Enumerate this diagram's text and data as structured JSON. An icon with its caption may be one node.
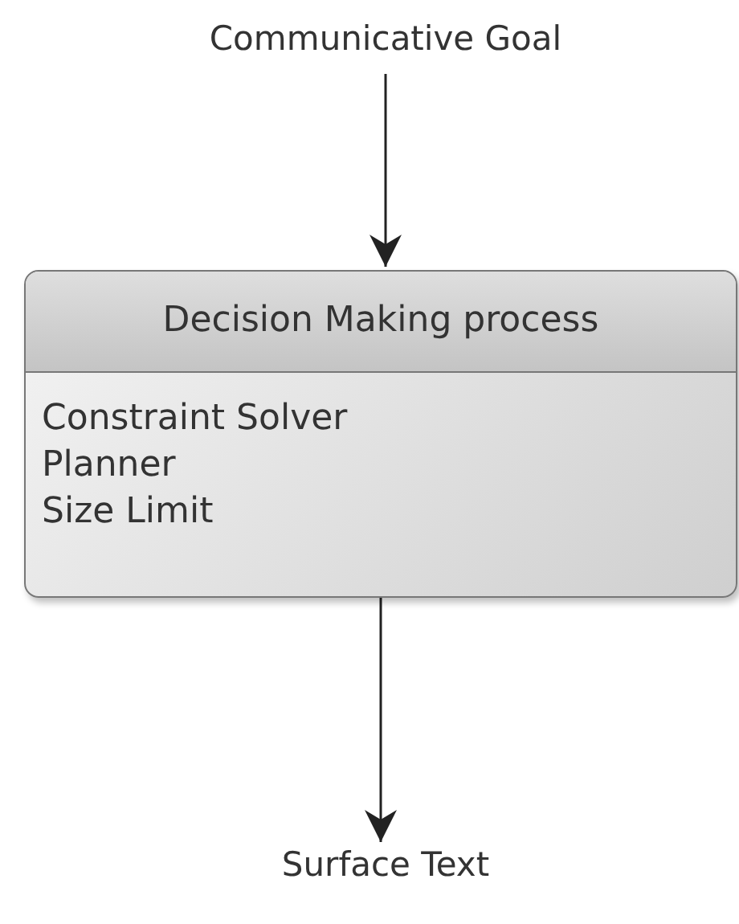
{
  "diagram": {
    "nodes": [
      {
        "text": [
          "Communicative Goal"
        ]
      },
      {
        "text": [
          "Decision Making process",
          "Constraint Solver",
          "Planner",
          "Size Limit"
        ]
      },
      {
        "text": [
          "Surface Text"
        ]
      }
    ],
    "edges": [
      {
        "from": 0,
        "to": 1,
        "arrow": "to"
      },
      {
        "from": 1,
        "to": 2,
        "arrow": "to"
      }
    ]
  }
}
